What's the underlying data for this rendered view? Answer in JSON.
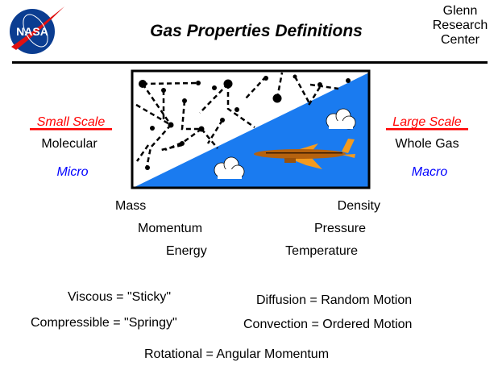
{
  "header": {
    "logo_text": "NASA",
    "title": "Gas Properties Definitions",
    "center_lines": [
      "Glenn",
      "Research",
      "Center"
    ]
  },
  "left": {
    "scale": "Small Scale",
    "type": "Molecular",
    "level": "Micro"
  },
  "right": {
    "scale": "Large Scale",
    "type": "Whole Gas",
    "level": "Macro"
  },
  "properties_left": [
    "Mass",
    "Momentum",
    "Energy"
  ],
  "properties_right": [
    "Density",
    "Pressure",
    "Temperature"
  ],
  "definitions": {
    "viscous": "Viscous = \"Sticky\"",
    "compressible": "Compressible = \"Springy\"",
    "diffusion": "Diffusion = Random Motion",
    "convection": "Convection = Ordered Motion",
    "rotational": "Rotational = Angular Momentum"
  },
  "colors": {
    "red": "#ff0000",
    "blue": "#0000ff",
    "sky": "#1a7bf0",
    "plane": "#e8860f"
  }
}
